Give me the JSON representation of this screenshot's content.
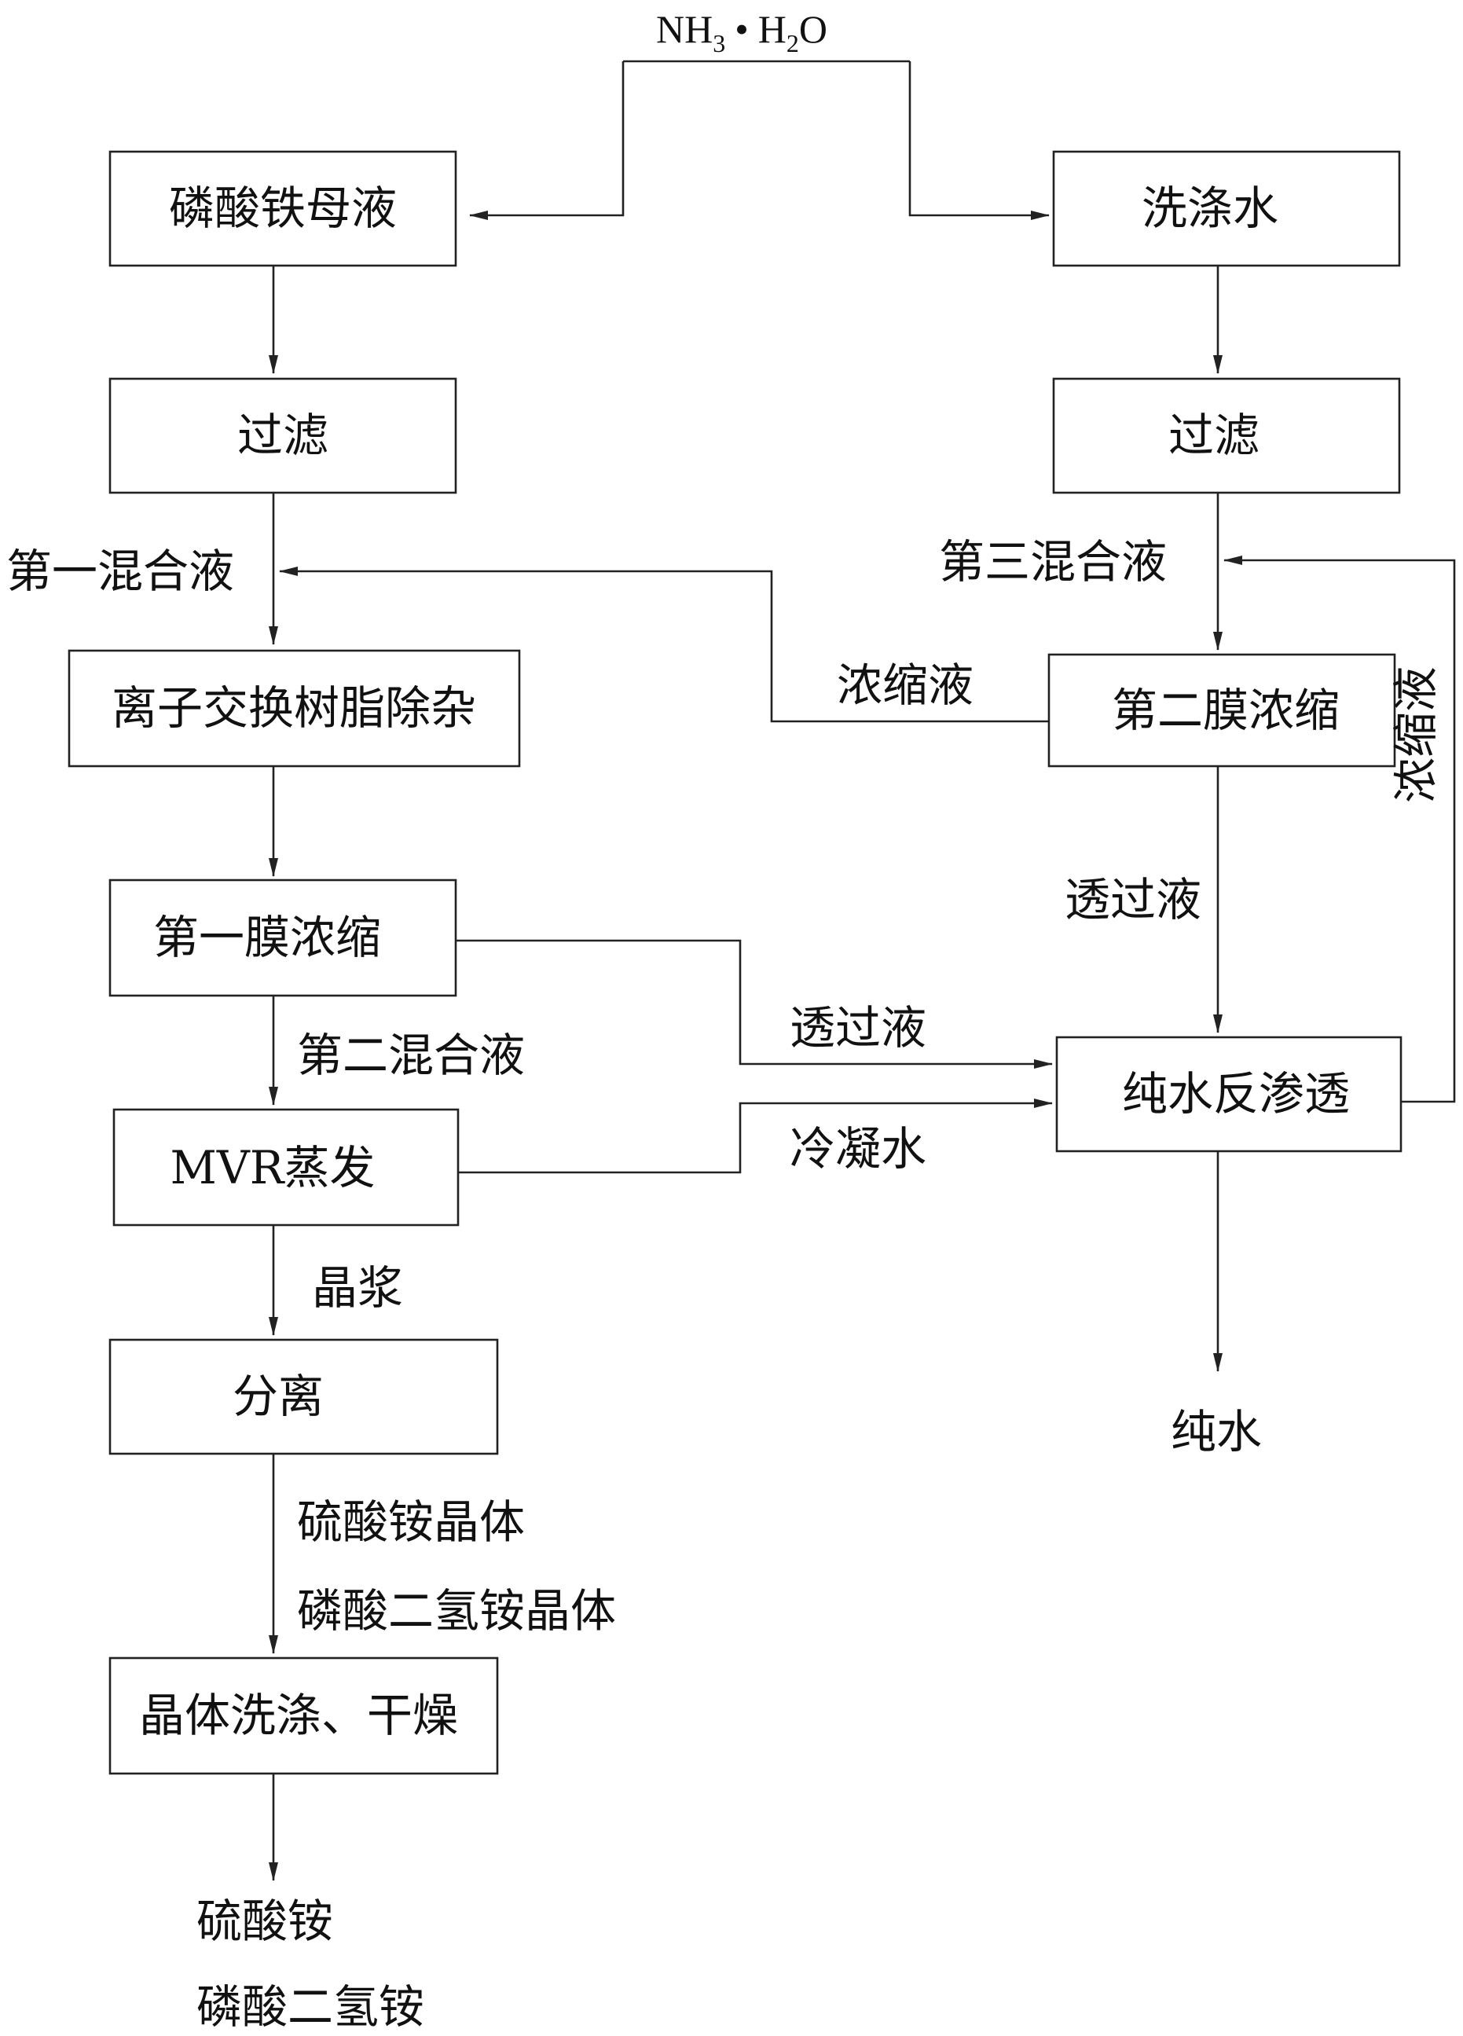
{
  "reagent": {
    "nh3": "NH",
    "nh3_sub": "3",
    "dot": "•",
    "h": "H",
    "h2o_sub": "2",
    "o": "O"
  },
  "boxes": {
    "iron_phosphate_mother_liquor": "磷酸铁母液",
    "filtration_left": "过滤",
    "ion_exchange": "离子交换树脂除杂",
    "first_membrane": "第一膜浓缩",
    "mvr": "MVR蒸发",
    "separation": "分离",
    "crystal_wash_dry": "晶体洗涤、干燥",
    "wash_water": "洗涤水",
    "filtration_right": "过滤",
    "second_membrane": "第二膜浓缩",
    "pure_ro": "纯水反渗透"
  },
  "labels": {
    "first_mixed": "第一混合液",
    "third_mixed": "第三混合液",
    "concentrate_left": "浓缩液",
    "concentrate_right": "浓缩液",
    "permeate_right": "透过液",
    "permeate_mid": "透过液",
    "second_mixed": "第二混合液",
    "condensate": "冷凝水",
    "slurry": "晶浆",
    "ammonium_sulfate_crystal": "硫酸铵晶体",
    "map_crystal": "磷酸二氢铵晶体",
    "pure_water": "纯水",
    "ammonium_sulfate": "硫酸铵",
    "map": "磷酸二氢铵"
  }
}
